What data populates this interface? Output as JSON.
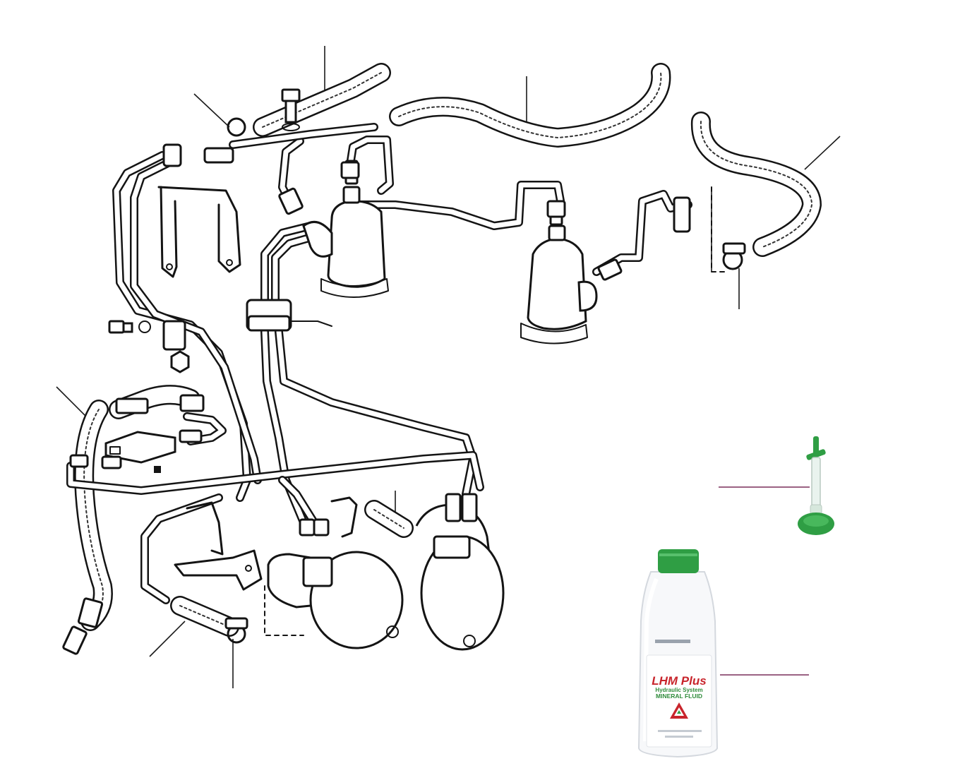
{
  "product_bottle": {
    "brand": "LHM Plus",
    "line1": "Hydraulic System",
    "line2": "MINERAL FLUID"
  },
  "colors": {
    "line_art": "#141414",
    "accent_leader": "#7a2f5a",
    "cap_green": "#2f9e44",
    "brand_red": "#c8252c"
  }
}
